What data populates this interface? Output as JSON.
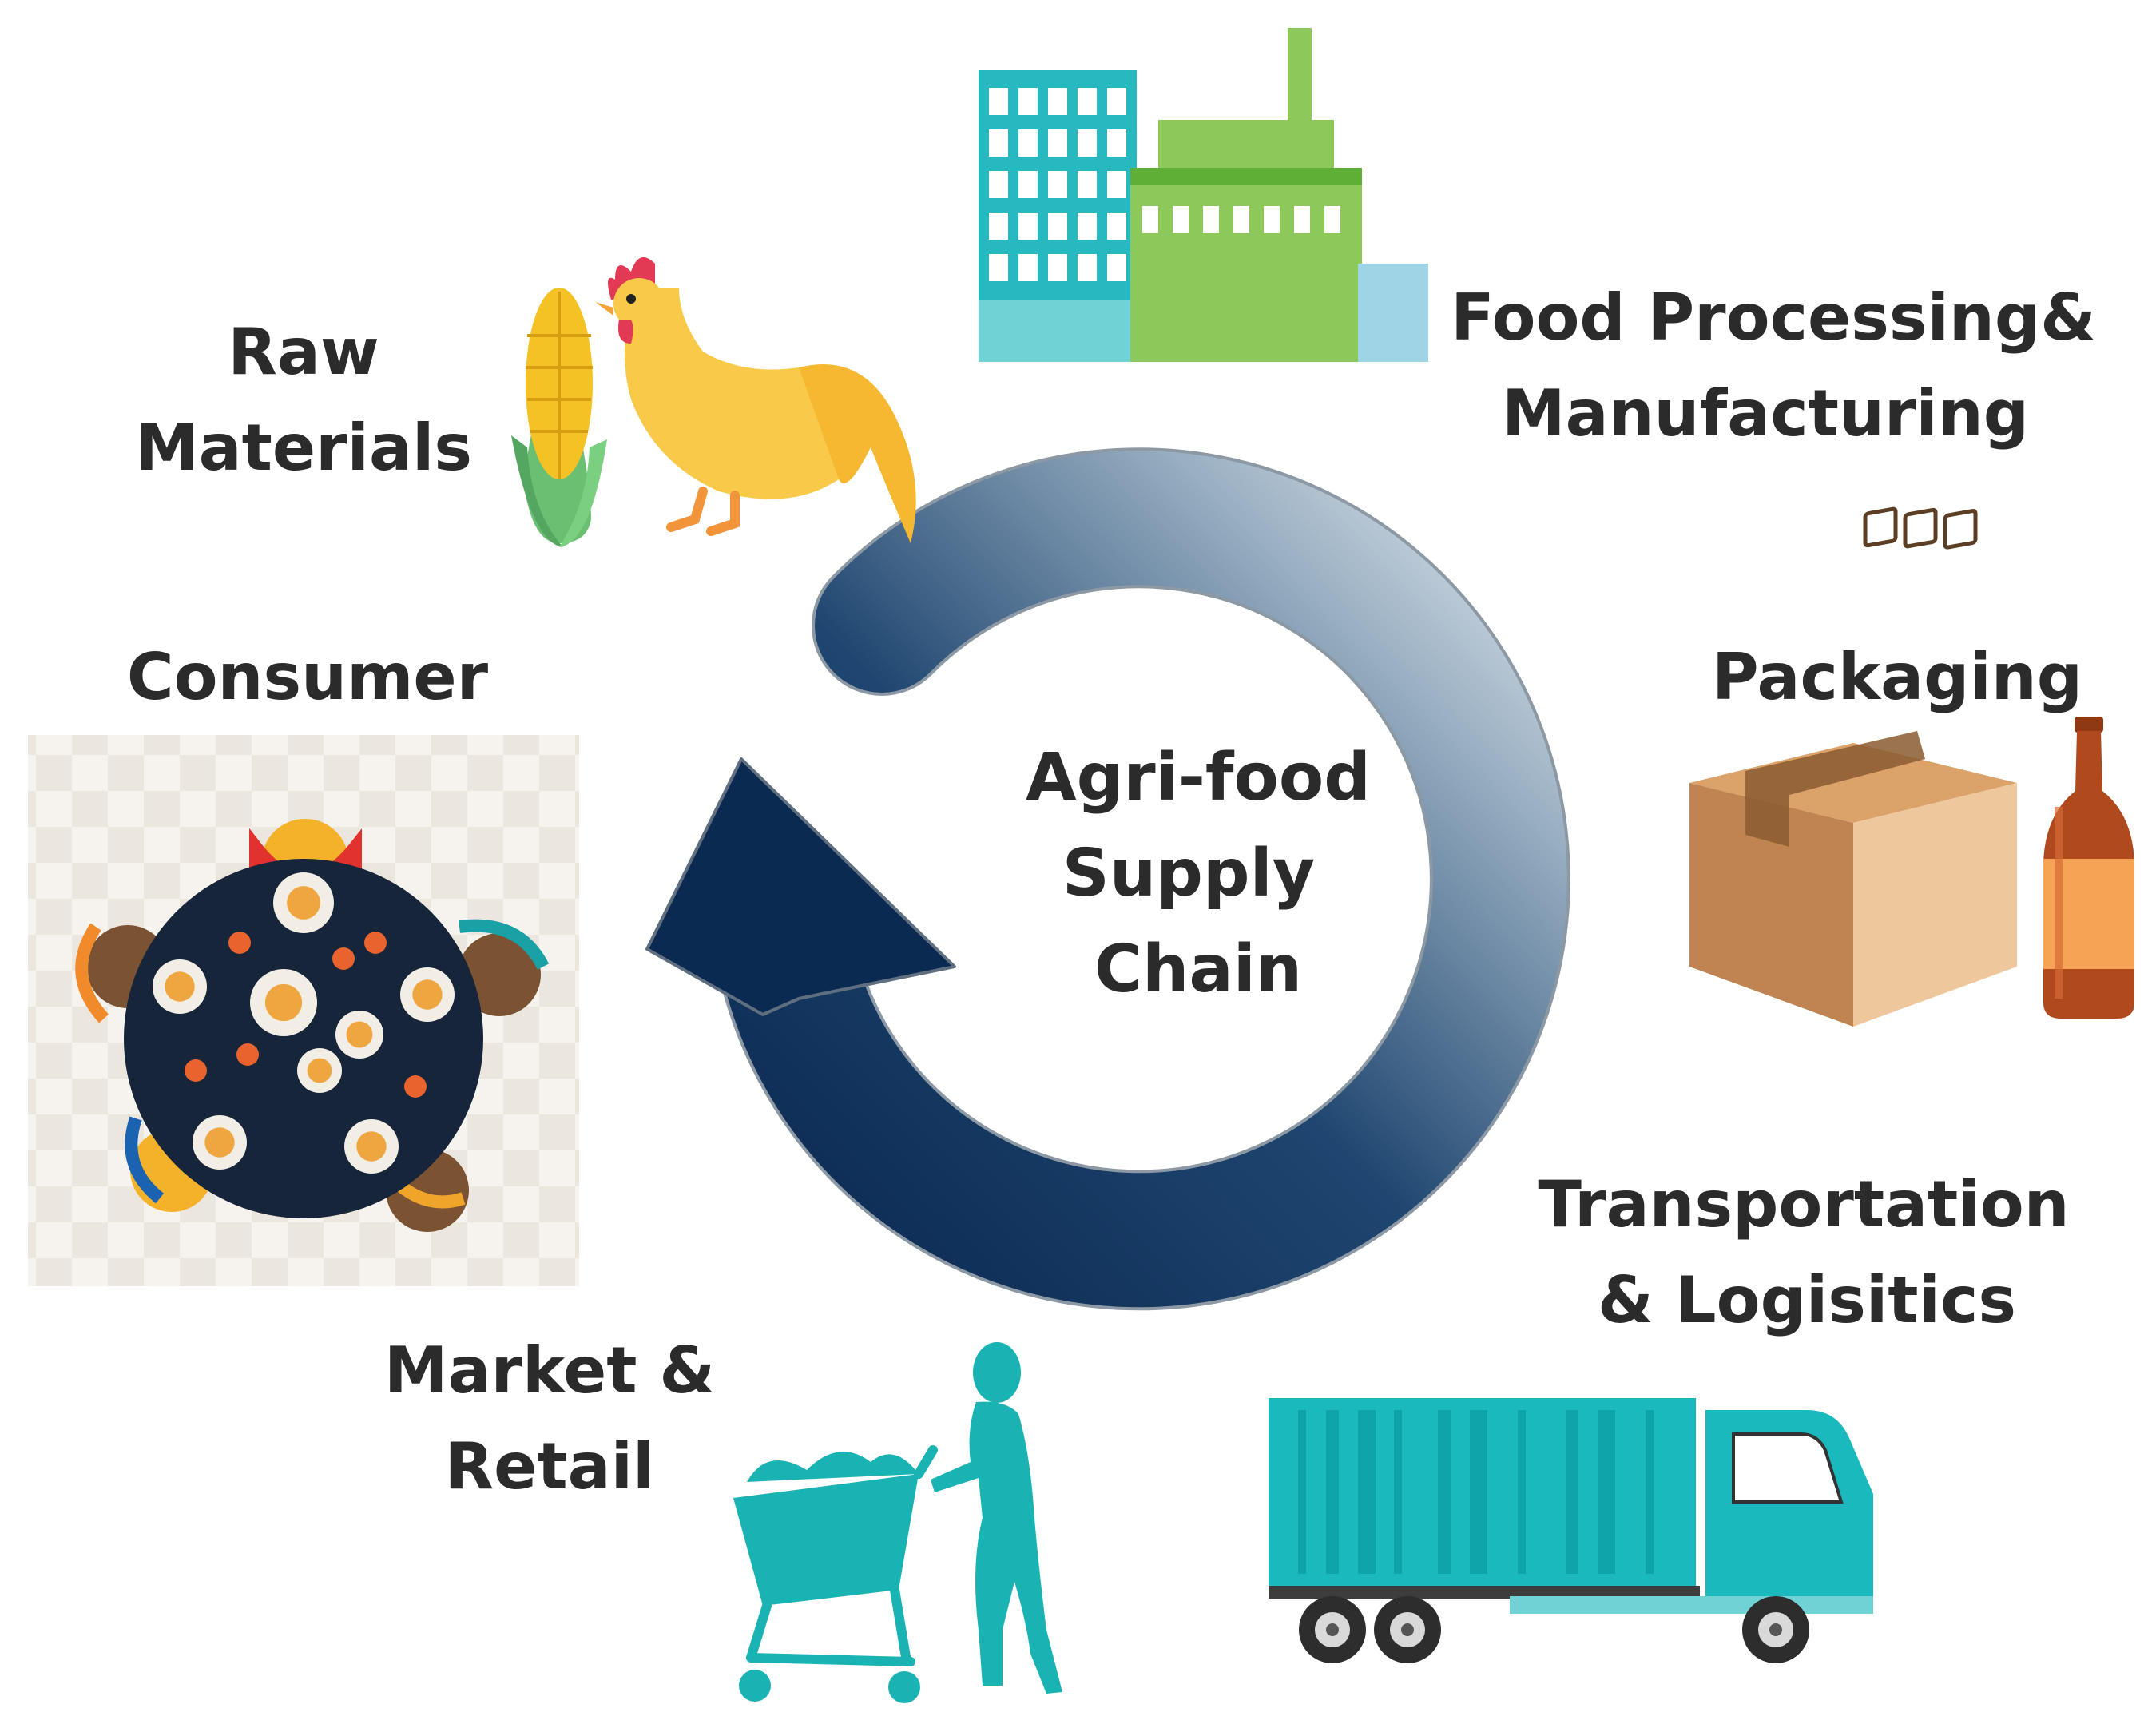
{
  "center": {
    "lines": [
      "Agri-food",
      "Supply",
      "Chain"
    ]
  },
  "stages": {
    "raw_materials": {
      "lines": [
        "Raw",
        "Materials"
      ]
    },
    "food_processing": {
      "lines": [
        "Food Processing&",
        "Manufacturing"
      ]
    },
    "packaging": {
      "lines": [
        "Packaging"
      ]
    },
    "transportation": {
      "lines": [
        "Transportation",
        "& Logisitics"
      ]
    },
    "market_retail": {
      "lines": [
        "Market &",
        "Retail"
      ]
    },
    "consumer": {
      "lines": [
        "Consumer"
      ]
    }
  },
  "icons": {
    "raw_materials": [
      "corn-icon",
      "rooster-icon"
    ],
    "food_processing": "factory-icon",
    "packaging": [
      "cardboard-box-icon",
      "bottle-icon"
    ],
    "transportation": "delivery-truck-icon",
    "market_retail": "shopper-with-cart-icon",
    "consumer": "dining-table-icon",
    "cycle": "circular-arrow-icon"
  },
  "colors": {
    "text": "#2b2b2b",
    "arrow_dark": "#0b2a52",
    "arrow_light": "#c9d6e2",
    "teal": "#1fb8bd",
    "green": "#8cc95a",
    "cardboard": "#c88e55",
    "bottle": "#b04a1e"
  }
}
